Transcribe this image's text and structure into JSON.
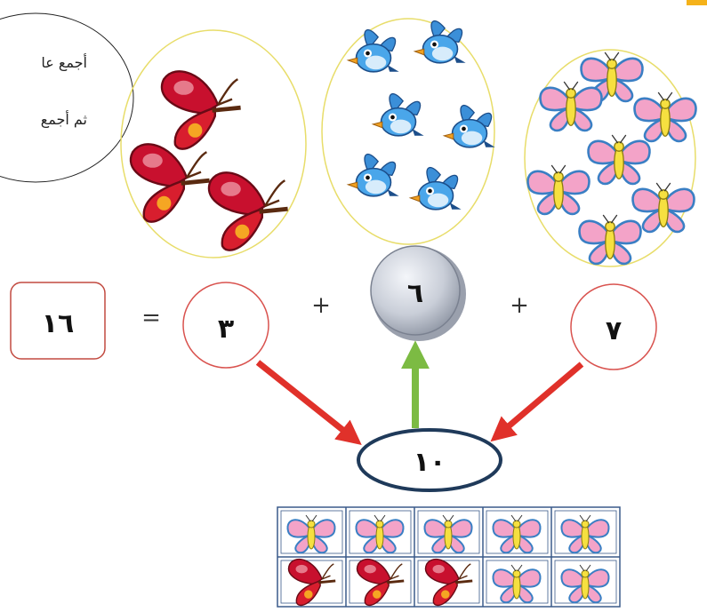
{
  "speech_bubble": {
    "line1": "أجمع عا",
    "line2": "ثم أجمع"
  },
  "equation": {
    "result": "١٦",
    "equals": "=",
    "plus1": "+",
    "plus2": "+",
    "red_butterflies": "٣",
    "birds": "٦",
    "pink_butterflies": "٧",
    "ten_group": "١٠"
  },
  "groups": {
    "red_butterflies_count": 3,
    "birds_count": 6,
    "pink_butterflies_count": 7
  },
  "ten_frame": {
    "rows": 2,
    "cols": 5,
    "cells": [
      "pink",
      "pink",
      "pink",
      "pink",
      "pink",
      "red",
      "red",
      "red",
      "pink",
      "pink"
    ]
  },
  "colors": {
    "arrow_red": "#e0312a",
    "arrow_green": "#7cbb43",
    "oval_border": "#e8dd6a",
    "circle_border": "#d9534f",
    "ten_oval_border": "#1f3a5a",
    "frame_border": "#3a5a8a"
  }
}
